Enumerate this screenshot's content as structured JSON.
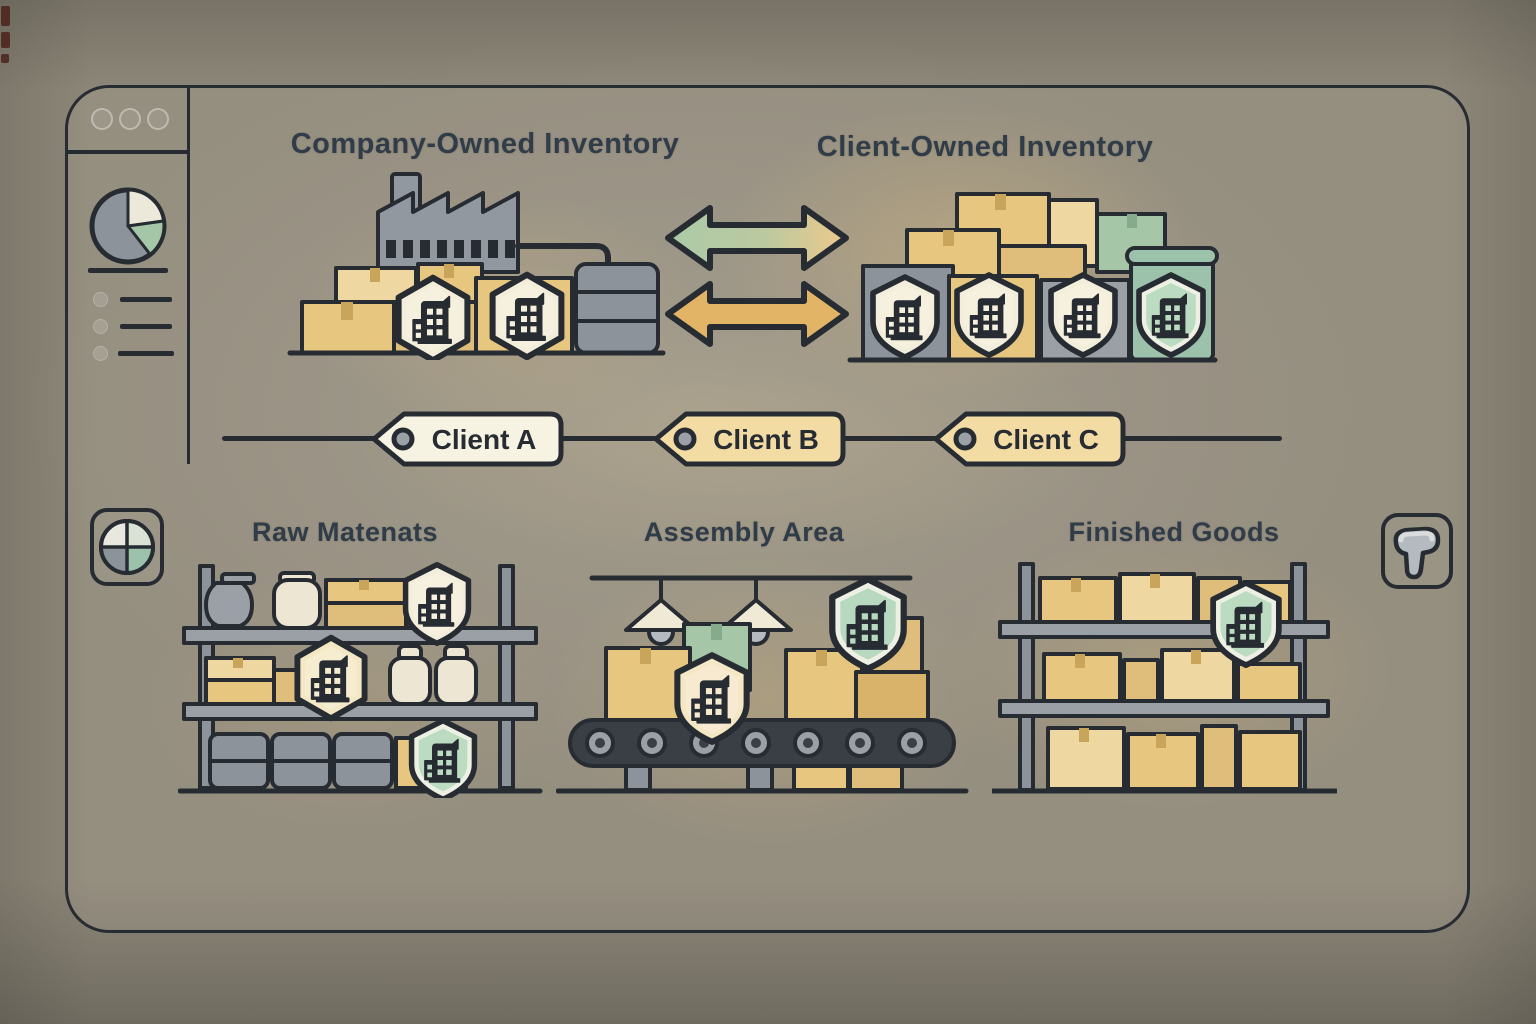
{
  "palette": {
    "background": "#8d8779",
    "outline": "#272c33",
    "heading_text": "#313c49",
    "box_tan": "#e7c67f",
    "box_tan_light": "#eed7a1",
    "box_tan_dark": "#d9b369",
    "item_gray": "#8d939b",
    "cream": "#efe9d6",
    "green_box": "#a5c7a8",
    "badge_rim_cream": "#f3eedb",
    "badge_inner_green": "#bcdcc2",
    "tag_fill_cream": "#f7f3e3",
    "tag_fill_tan": "#f2dca4",
    "arrow_green": "#abcaa8",
    "arrow_tan": "#e2b566",
    "conveyor_dark": "#3a3f46"
  },
  "header": {
    "left_title": "Company-Owned Inventory",
    "right_title": "Client-Owned Inventory"
  },
  "tags": [
    {
      "label": "Client A"
    },
    {
      "label": "Client B"
    },
    {
      "label": "Client C"
    }
  ],
  "sections": [
    {
      "title": "Raw Matenats"
    },
    {
      "title": "Assembly Area"
    },
    {
      "title": "Finished Goods"
    }
  ],
  "icons": {
    "sidebar": "pie-chart-icon",
    "left_panel_button": "quadrant-chart-icon",
    "right_panel_button": "barcode-scanner-icon",
    "ownership_badge": "building-shield-icon"
  }
}
